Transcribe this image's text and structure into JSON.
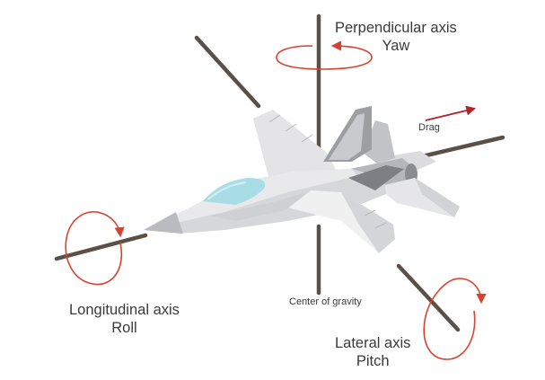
{
  "labels": {
    "perpendicular": {
      "name": "Perpendicular axis",
      "motion": "Yaw"
    },
    "longitudinal": {
      "name": "Longitudinal axis",
      "motion": "Roll"
    },
    "lateral": {
      "name": "Lateral axis",
      "motion": "Pitch"
    },
    "drag": "Drag",
    "center_of_gravity": "Center of gravity"
  },
  "colors": {
    "axis": "#5b5045",
    "rotation_arrow": "#d9412e",
    "drag_arrow": "#b3202a",
    "cockpit": "#a8dde6",
    "aircraft_light": "#eeeeef",
    "aircraft_mid": "#cfd0d3",
    "aircraft_dark": "#9c9ea2",
    "aircraft_darker": "#7d7f84",
    "label_text": "#3a3a3a"
  }
}
